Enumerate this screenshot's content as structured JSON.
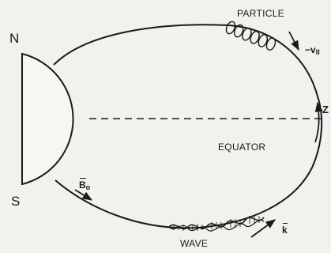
{
  "labels": {
    "north": "N",
    "south": "S",
    "particle": "PARTICLE",
    "equator": "EQUATOR",
    "wave": "WAVE",
    "field_symbol": "B",
    "field_subscript": "o",
    "wave_vector": "k",
    "parallel_velocity_symbol": "v",
    "parallel_velocity_subscript": "II",
    "z_axis": "Z"
  }
}
